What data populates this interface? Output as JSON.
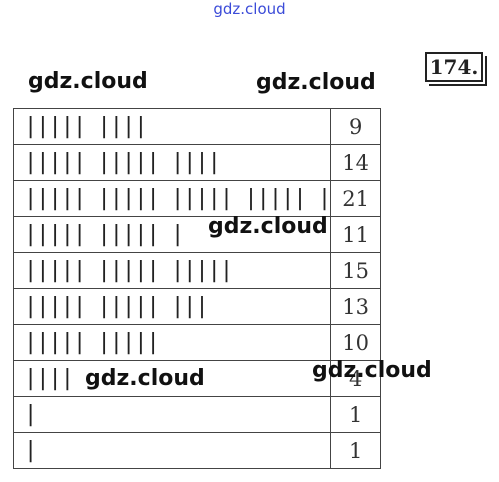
{
  "watermarks": {
    "top": "gdz.cloud",
    "w1": "gdz.cloud",
    "w2": "gdz.cloud",
    "w3": "gdz.cloud",
    "w4": "gdz.cloud",
    "w5": "gdz.cloud"
  },
  "task_number": "174.",
  "rows": [
    {
      "tally": "||||| ||||",
      "count": "9"
    },
    {
      "tally": "||||| ||||| ||||",
      "count": "14"
    },
    {
      "tally": "||||| ||||| ||||| ||||| |",
      "count": "21"
    },
    {
      "tally": "||||| ||||| |",
      "count": "11"
    },
    {
      "tally": "||||| ||||| |||||",
      "count": "15"
    },
    {
      "tally": "||||| ||||| |||",
      "count": "13"
    },
    {
      "tally": "||||| |||||",
      "count": "10"
    },
    {
      "tally": "||||",
      "count": "4"
    },
    {
      "tally": "|",
      "count": "1"
    },
    {
      "tally": "|",
      "count": "1"
    }
  ]
}
